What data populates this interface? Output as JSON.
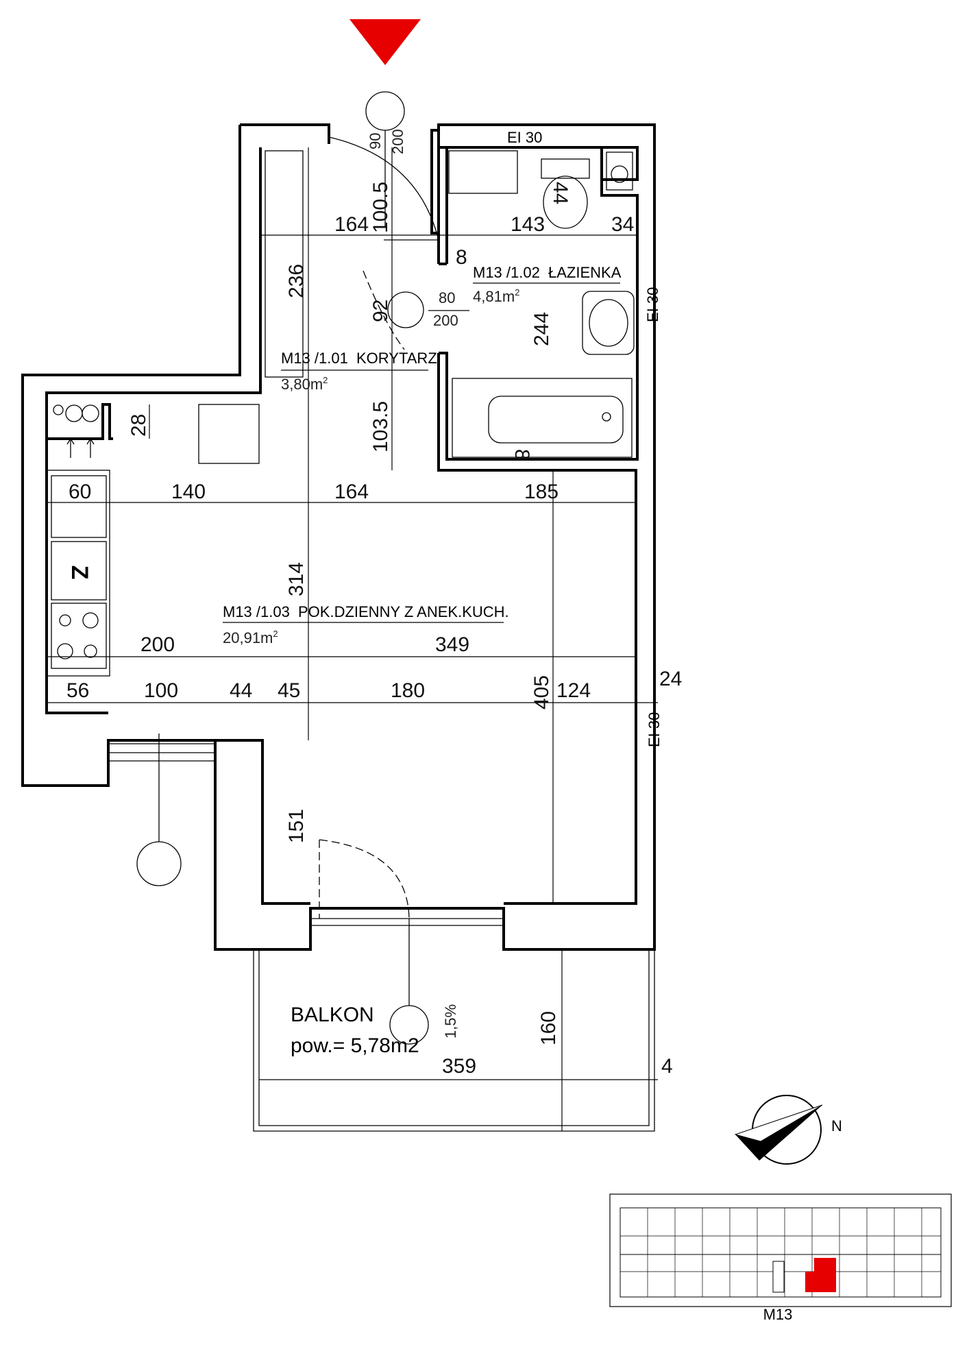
{
  "rooms": {
    "corridor": {
      "code": "M13 /1.01",
      "name": "KORYTARZ",
      "area": "3,80m",
      "sup": "2"
    },
    "bathroom": {
      "code": "M13 /1.02",
      "name": "ŁAZIENKA",
      "area": "4,81m",
      "sup": "2"
    },
    "living": {
      "code": "M13 /1.03",
      "name": "POK.DZIENNY Z ANEK.KUCH.",
      "area": "20,91m",
      "sup": "2"
    }
  },
  "balcony": {
    "name": "BALKON",
    "area": "pow.= 5,78m2",
    "slope": "1,5%",
    "width": "359",
    "depth": "160",
    "gap": "4"
  },
  "fire_ratings": {
    "bathroom_top": "EI 30",
    "bathroom_right": "EI 30",
    "living_right": "EI 30"
  },
  "doors": {
    "entrance": {
      "w": "90",
      "h": "200"
    },
    "bathroom": {
      "w": "80",
      "h": "200"
    }
  },
  "dimensions": {
    "d164a": "164",
    "d143": "143",
    "d34": "34",
    "d100_5": "100.5",
    "d236": "236",
    "d8a": "8",
    "d92": "92",
    "d244": "244",
    "d103_5": "103.5",
    "d28": "28",
    "d44a": "44",
    "d8b": "8",
    "d60": "60",
    "d140": "140",
    "d164b": "164",
    "d185": "185",
    "d314": "314",
    "d200": "200",
    "d349": "349",
    "d56": "56",
    "d100": "100",
    "d44b": "44",
    "d45": "45",
    "d180": "180",
    "d405": "405",
    "d124": "124",
    "d24": "24",
    "d151": "151"
  },
  "compass": {
    "north": "N"
  },
  "kitchen": {
    "fridge_letter": "Z"
  },
  "key_plan": {
    "label": "M13",
    "highlight_color": "#e60000"
  },
  "marker_color": "#e60000"
}
